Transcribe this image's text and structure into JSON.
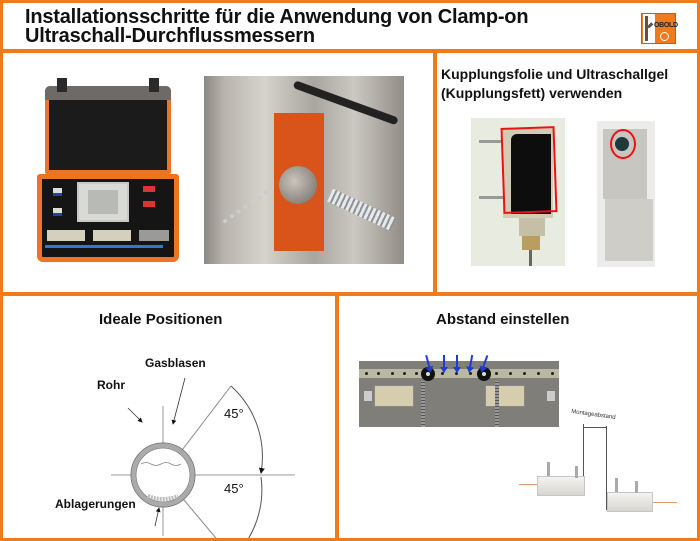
{
  "header": {
    "title_line1": "Installationsschritte für die Anwendung von Clamp-on",
    "title_line2": "Ultraschall-Durchflussmessern",
    "logo": {
      "name": "kobold-logo",
      "text": "KOBOLD"
    }
  },
  "panels": {
    "equipment": {
      "images": [
        {
          "name": "carrying-case-photo",
          "description": "Open orange carrying case with flowmeter display and transducers"
        },
        {
          "name": "sensor-mounted-on-pipe-photo",
          "description": "Orange clamp-on transducer strapped to steel pipe"
        }
      ]
    },
    "coupling": {
      "title_line1": "Kupplungsfolie und Ultraschallgel",
      "title_line2": "(Kupplungsfett) verwenden",
      "images": [
        {
          "name": "coupling-foil-photo",
          "highlight": "red-rectangle"
        },
        {
          "name": "ultrasonic-gel-photo",
          "highlight": "red-circle"
        }
      ]
    },
    "positions": {
      "title": "Ideale Positionen",
      "labels": {
        "gas": "Gasblasen",
        "pipe": "Rohr",
        "deposits": "Ablagerungen",
        "angle_upper": "45°",
        "angle_lower": "45°"
      }
    },
    "distance": {
      "title": "Abstand einstellen",
      "mounting_label": "Montageabstand",
      "arrow_count": 5
    }
  },
  "colors": {
    "border_orange": "#f07b1c",
    "highlight_red": "#e11111",
    "arrow_blue": "#1f3bd8"
  }
}
